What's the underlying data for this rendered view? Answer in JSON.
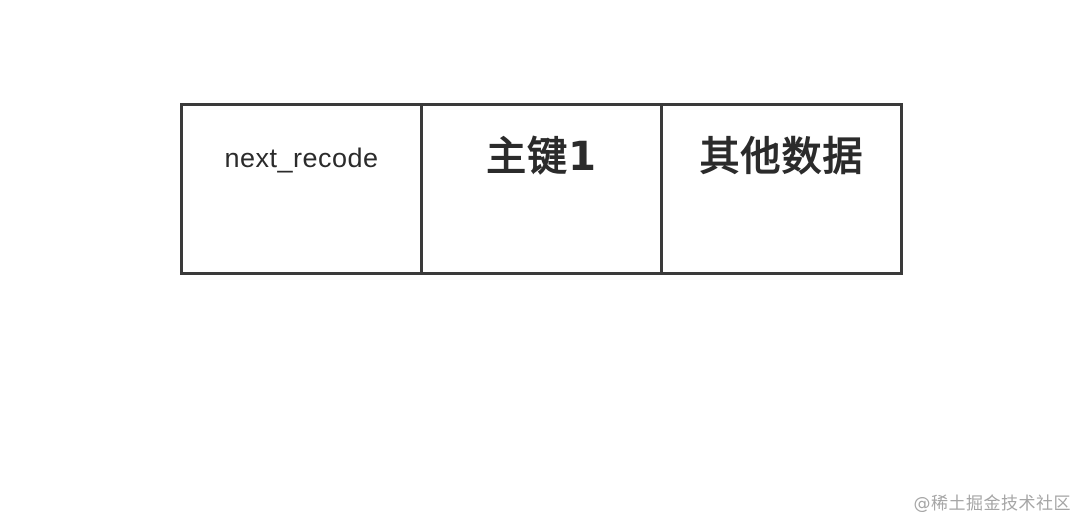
{
  "record": {
    "fields": [
      {
        "label": "next_recode"
      },
      {
        "label": "主键1"
      },
      {
        "label": "其他数据"
      }
    ]
  },
  "watermark": "@稀土掘金技术社区"
}
